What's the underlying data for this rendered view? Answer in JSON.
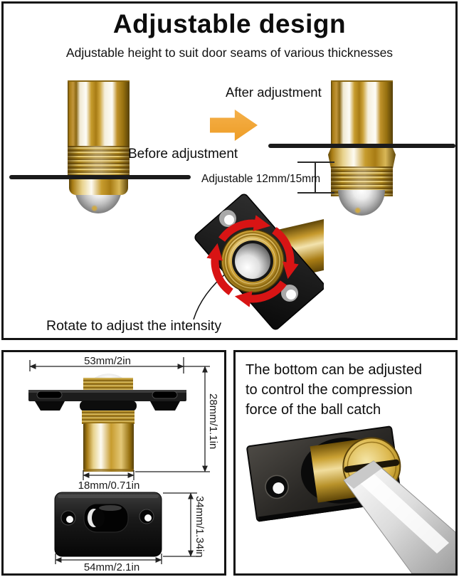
{
  "top_panel": {
    "title": "Adjustable design",
    "subtitle": "Adjustable height to suit door seams of various thicknesses",
    "after_label": "After adjustment",
    "before_label": "Before adjustment",
    "adjustable_label": "Adjustable 12mm/15mm",
    "rotate_label": "Rotate to adjust the intensity"
  },
  "dimensions_panel": {
    "catch_width": "53mm/2in",
    "catch_height": "28mm/1.1in",
    "barrel_diameter": "18mm/0.71in",
    "plate_height": "34mm/1.34in",
    "plate_width": "54mm/2.1in"
  },
  "adjustment_panel": {
    "description": "The bottom can be adjusted to control the compression force of the ball catch"
  },
  "icons": {
    "arrow_right": "orange block arrow (CSS shape)",
    "rotate_arrows": "red circular rotation arrows (SVG)",
    "screwdriver": "flathead screwdriver blade (SVG)"
  },
  "colors": {
    "brass": "#b8901f",
    "brass_dark": "#6b4e08",
    "chrome": "#d9d9d9",
    "arrow_orange": "#f0a432",
    "rotate_red": "#d81414",
    "plate_black": "#161616",
    "border": "#141414"
  }
}
